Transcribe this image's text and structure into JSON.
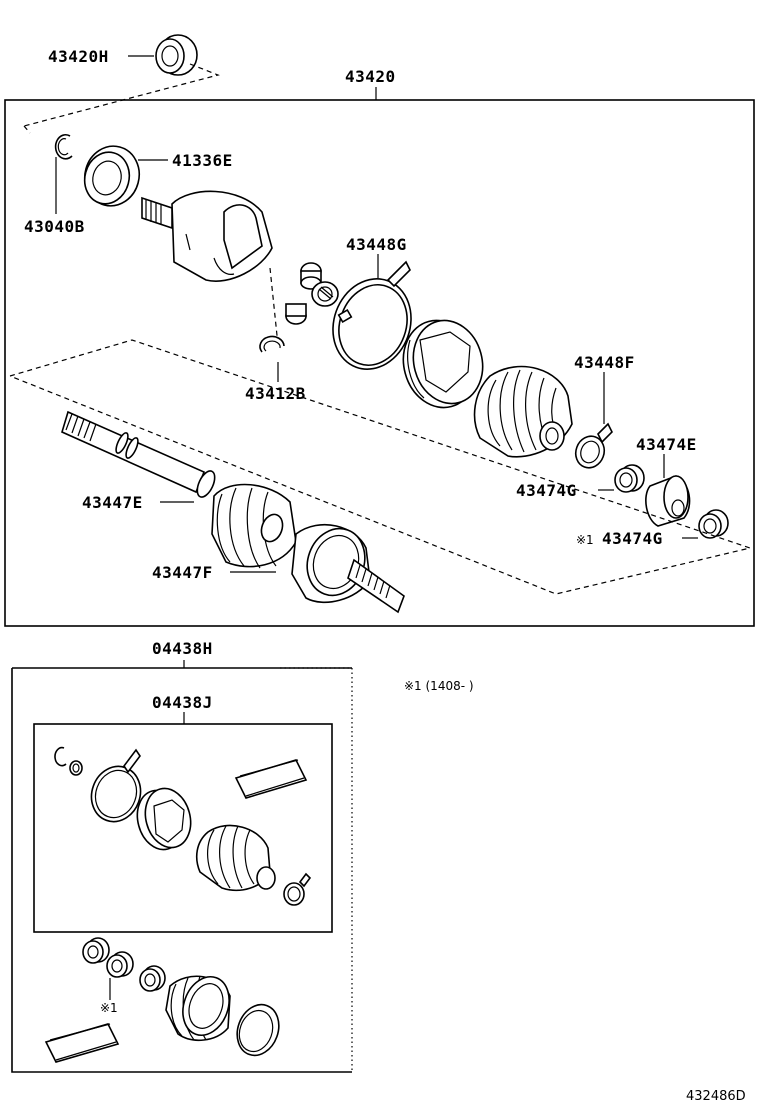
{
  "assembly": {
    "main_part": "43420",
    "kit_outer": "04438H",
    "kit_inner": "04438J",
    "note": "※1 (1408-    )",
    "footer_code": "432486D"
  },
  "labels": {
    "p43420H": "43420H",
    "p41336E": "41336E",
    "p43040B": "43040B",
    "p43448G": "43448G",
    "p43412B": "43412B",
    "p43448F": "43448F",
    "p43474E": "43474E",
    "p43474G_a": "43474G",
    "p43474G_b": "43474G",
    "p43447E": "43447E",
    "p43447F": "43447F",
    "mark1_a": "※1",
    "mark1_b": "※1"
  },
  "icons": [
    "oil-seal-icon",
    "snap-ring-icon",
    "dust-seal-icon",
    "inboard-joint-housing-icon",
    "tripod-joint-icon",
    "boot-clamp-icon",
    "inboard-boot-icon",
    "outboard-boot-icon",
    "band-icon",
    "dynamic-damper-icon",
    "drive-shaft-icon",
    "grease-packet-icon"
  ]
}
